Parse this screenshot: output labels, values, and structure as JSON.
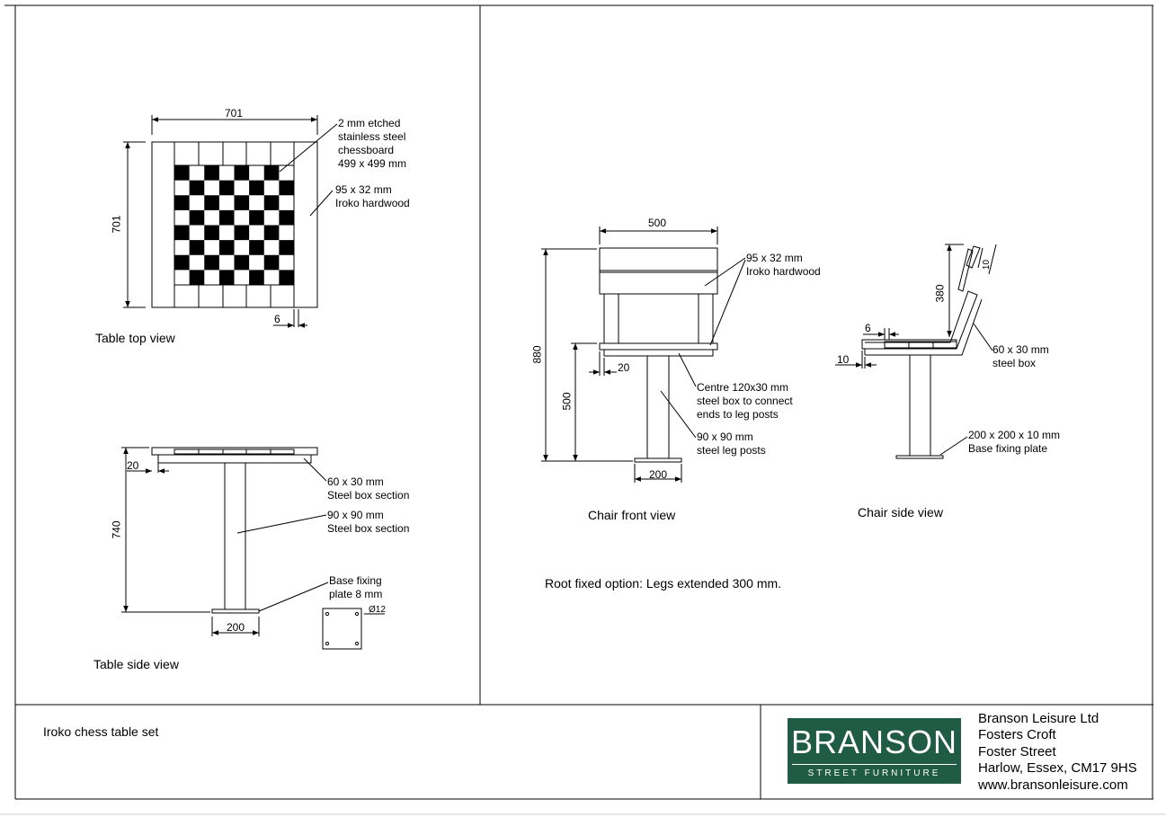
{
  "table_top": {
    "caption": "Table top view",
    "dim_width": "701",
    "dim_height": "701",
    "dim_gap": "6",
    "note_chessboard": "2 mm etched\nstainless steel\nchessboard\n499 x 499 mm",
    "note_wood": "95 x 32 mm\nIroko hardwood"
  },
  "table_side": {
    "caption": "Table side view",
    "dim_overhang": "20",
    "dim_height": "740",
    "dim_base": "200",
    "note_frame": "60 x 30 mm\nSteel box section",
    "note_post": "90 x 90 mm\nSteel box section",
    "note_plate": "Base fixing\nplate 8 mm",
    "dim_hole": "Ø12"
  },
  "chair_front": {
    "caption": "Chair front view",
    "dim_width": "500",
    "dim_height": "880",
    "dim_seat_height": "500",
    "dim_overhang": "20",
    "dim_base": "200",
    "note_wood": "95 x 32 mm\nIroko hardwood",
    "note_centre": "Centre 120x30 mm\nsteel box to connect\nends to leg posts",
    "note_legs": "90 x 90 mm\nsteel leg posts"
  },
  "chair_side": {
    "caption": "Chair side view",
    "dim_back": "380",
    "dim_back_thickness": "10",
    "dim_gap": "6",
    "dim_overhang": "10",
    "note_frame": "60 x 30 mm\nsteel box",
    "note_plate": "200 x 200 x 10 mm\nBase fixing plate"
  },
  "root_note": "Root fixed option: Legs extended 300 mm.",
  "title_block": {
    "product": "Iroko chess table set",
    "logo_word": "BRANSON",
    "logo_sub": "STREET FURNITURE",
    "address": [
      "Branson Leisure Ltd",
      "Fosters Croft",
      "Foster Street",
      "Harlow, Essex, CM17 9HS",
      "www.bransonleisure.com"
    ],
    "logo_color": "#1f5b45"
  }
}
